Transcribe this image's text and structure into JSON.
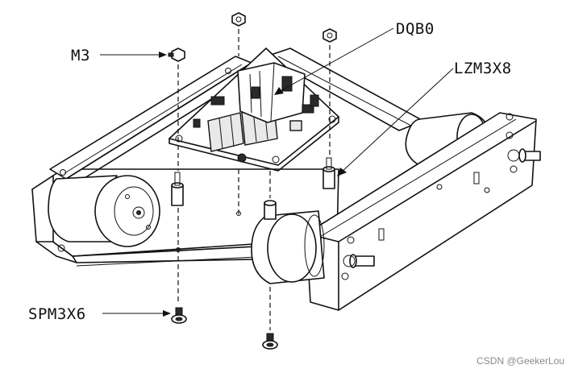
{
  "labels": {
    "m3": "M3",
    "dqbo": "DQB0",
    "lzm": "LZM3X8",
    "spm": "SPM3X6"
  },
  "watermark": "CSDN @GeekerLou"
}
